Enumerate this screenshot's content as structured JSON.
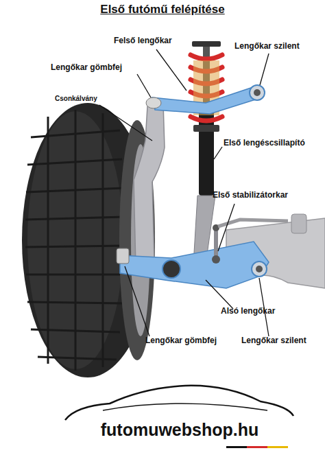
{
  "diagram": {
    "title": "Első futómű felépítése",
    "labels": [
      "Felső lengőkar",
      "Lengőkar szilent",
      "Lengőkar gömbfej",
      "Csonkálvány",
      "Első lengéscsillapító",
      "Első stabilizátorkar",
      "Alsó lengőkar",
      "Lengőkar gömbfej",
      "Lengőkar szilent",
      "futomuwebshop.hu"
    ]
  }
}
